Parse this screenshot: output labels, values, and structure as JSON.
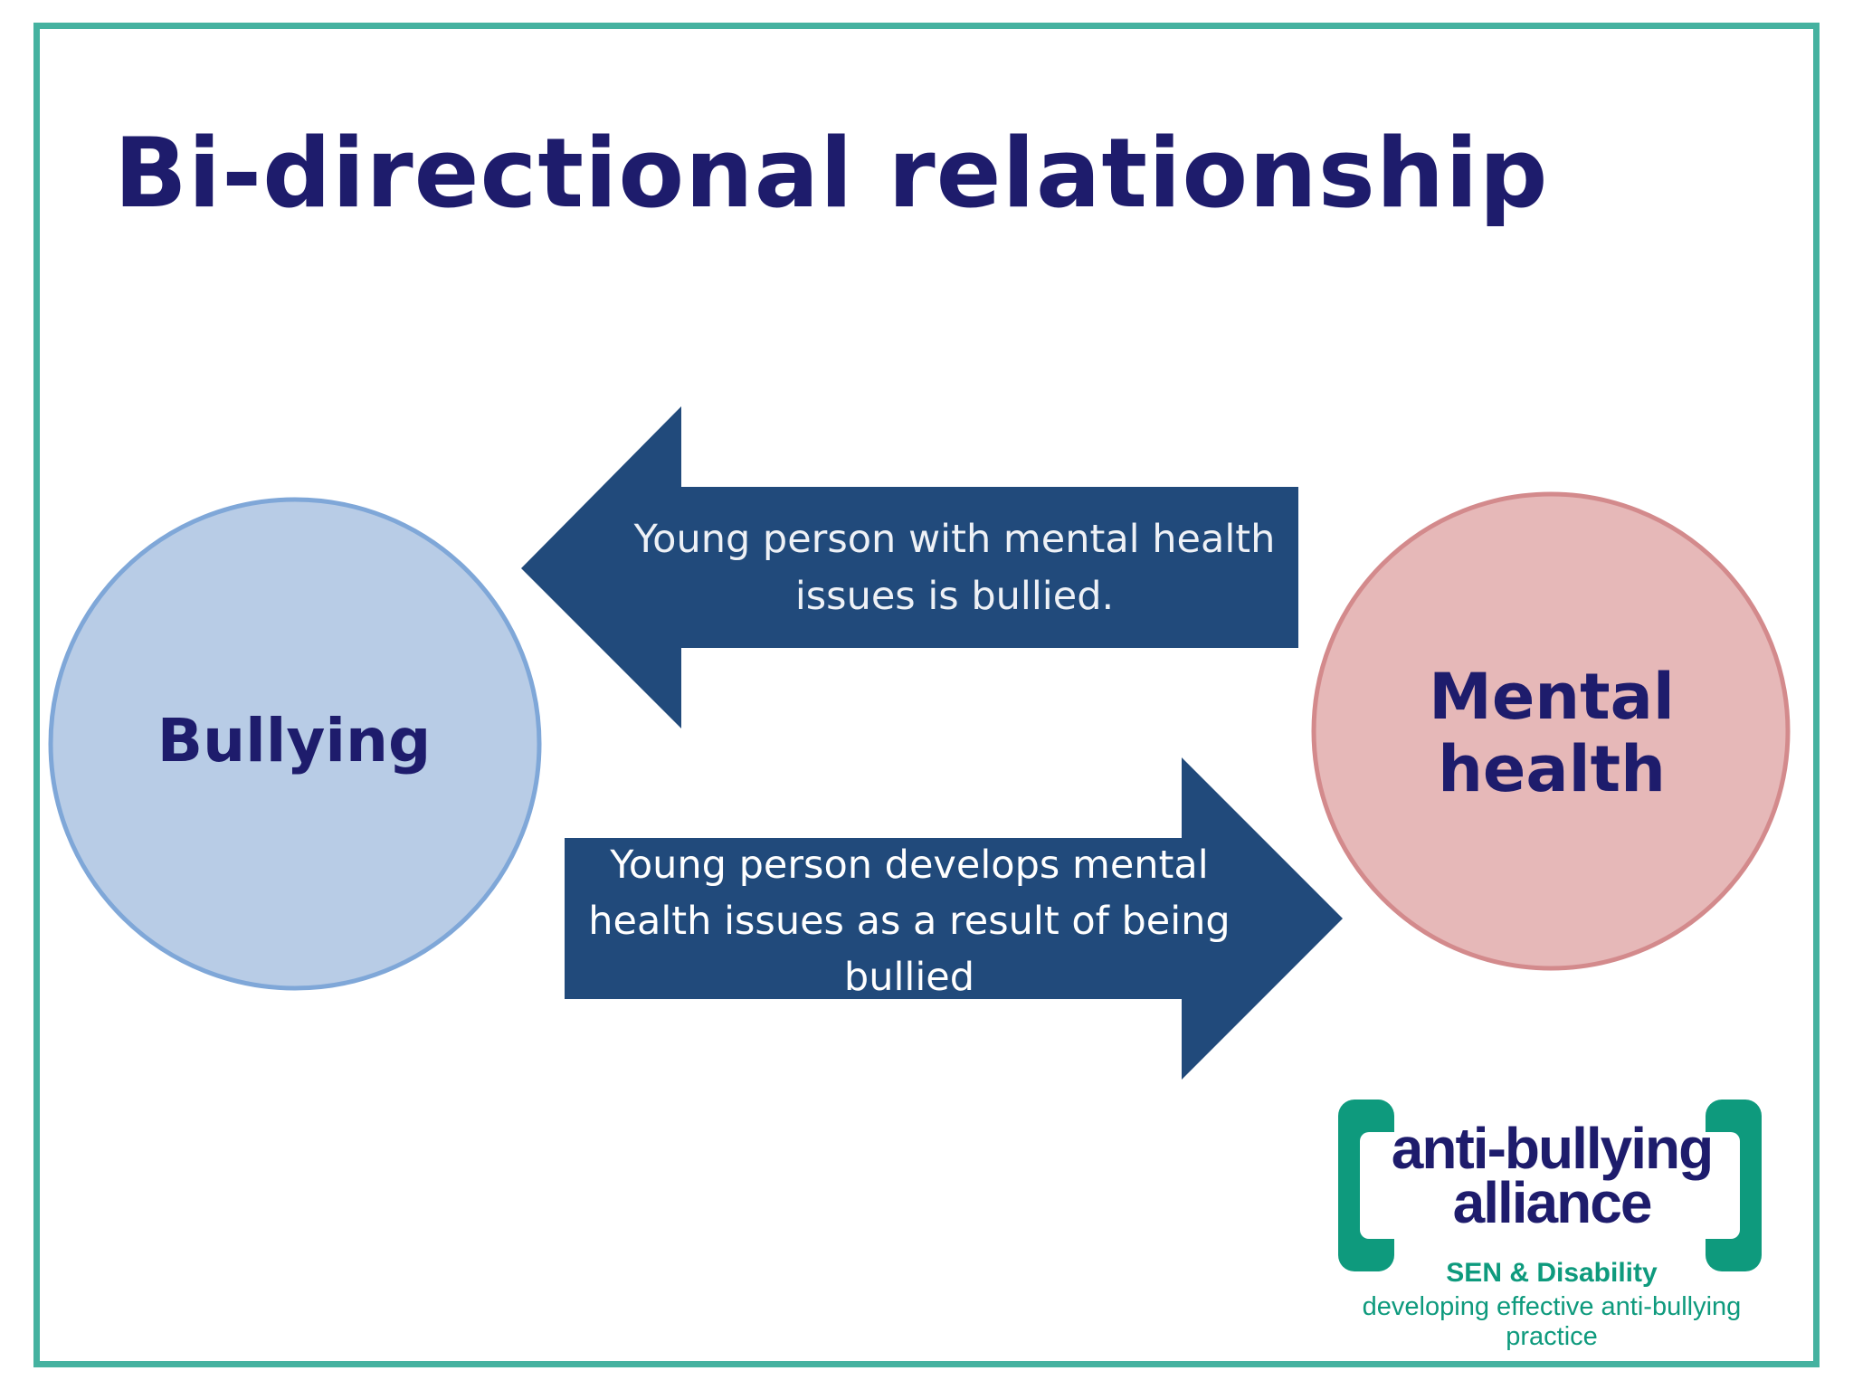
{
  "slide": {
    "title": "Bi-directional relationship"
  },
  "nodes": {
    "bullying": {
      "label": "Bullying",
      "fill": "#b8cce6",
      "stroke": "#7fa7d8"
    },
    "mental_health": {
      "label_line1": "Mental",
      "label_line2": "health",
      "fill": "#e6b8b8",
      "stroke": "#d38a8c"
    }
  },
  "arrows": {
    "color": "#214a7b",
    "to_bullying": {
      "line1": "Young person with mental health",
      "line2": "issues is bullied."
    },
    "to_mental_health": {
      "line1": "Young person develops mental",
      "line2": "health issues as a result of being",
      "line3": "bullied"
    }
  },
  "logo": {
    "line1": "anti-bullying",
    "line2": "alliance",
    "tagline1": "SEN & Disability",
    "tagline2": "developing effective anti-bullying practice",
    "bracket_color": "#0e9a7d",
    "text_color": "#1e1c6c"
  },
  "colors": {
    "frame": "#45b2a0",
    "title": "#1e1c6c"
  }
}
